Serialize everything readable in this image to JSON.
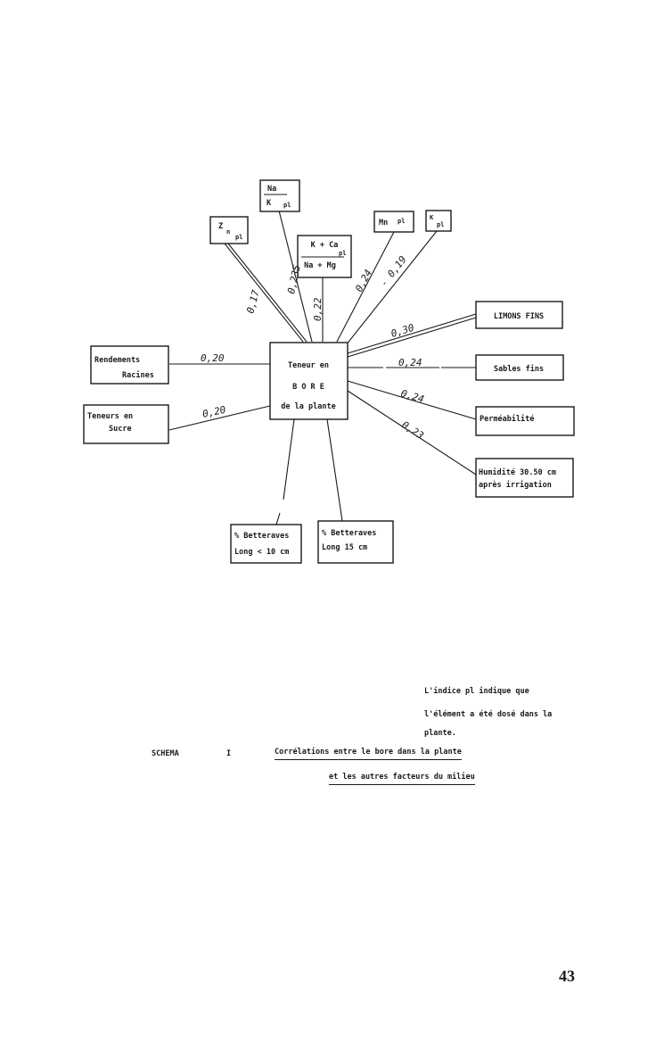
{
  "diagram": {
    "center": {
      "line1": "Teneur en",
      "line2": "B O R E",
      "line3": "de la plante"
    },
    "boxes": {
      "rendements": {
        "line1": "Rendements",
        "line2": "Racines"
      },
      "teneurs_sucre": {
        "line1": "Teneurs en",
        "line2": "Sucre"
      },
      "zn": {
        "main": "Z",
        "sub": "n",
        "sup": "pl"
      },
      "na_k": {
        "num": "Na",
        "den": "K",
        "sup": "pl"
      },
      "kca": {
        "num": "K + Ca",
        "den": "Na + Mg",
        "sup": "pl"
      },
      "mn": {
        "main": "Mn",
        "sup": "pl"
      },
      "k": {
        "main": "K",
        "sup": "pl"
      },
      "limons": {
        "text": "LIMONS FINS"
      },
      "sables": {
        "text": "Sables fins"
      },
      "permeabilite": {
        "text": "Perméabilité"
      },
      "humidite": {
        "line1": "Humidité 30.50 cm",
        "line2": "après irrigation"
      },
      "bett10": {
        "line1": "% Betteraves",
        "line2": "Long < 10 cm"
      },
      "bett15": {
        "line1": "% Betteraves",
        "line2": "Long 15 cm"
      }
    },
    "coefficients": {
      "rendements": "0,20",
      "teneurs_sucre": "0,20",
      "zn": "0,17",
      "na_k": "0,235",
      "kca": "0,22",
      "mn": "0,24",
      "k": "- 0,19",
      "limons": "0,30",
      "sables": "0,24",
      "permeabilite": "0,24",
      "humidite": "0,23"
    }
  },
  "note": {
    "line1": "L'indice pl  indique que",
    "line2": "l'élément a été dosé dans la",
    "line3": "plante."
  },
  "caption": {
    "label": "SCHEMA",
    "number": "I",
    "line1": "Corrélations entre  le bore  dans la plante",
    "line2": "et les  autres  facteurs  du  milieu"
  },
  "page_number": "43"
}
